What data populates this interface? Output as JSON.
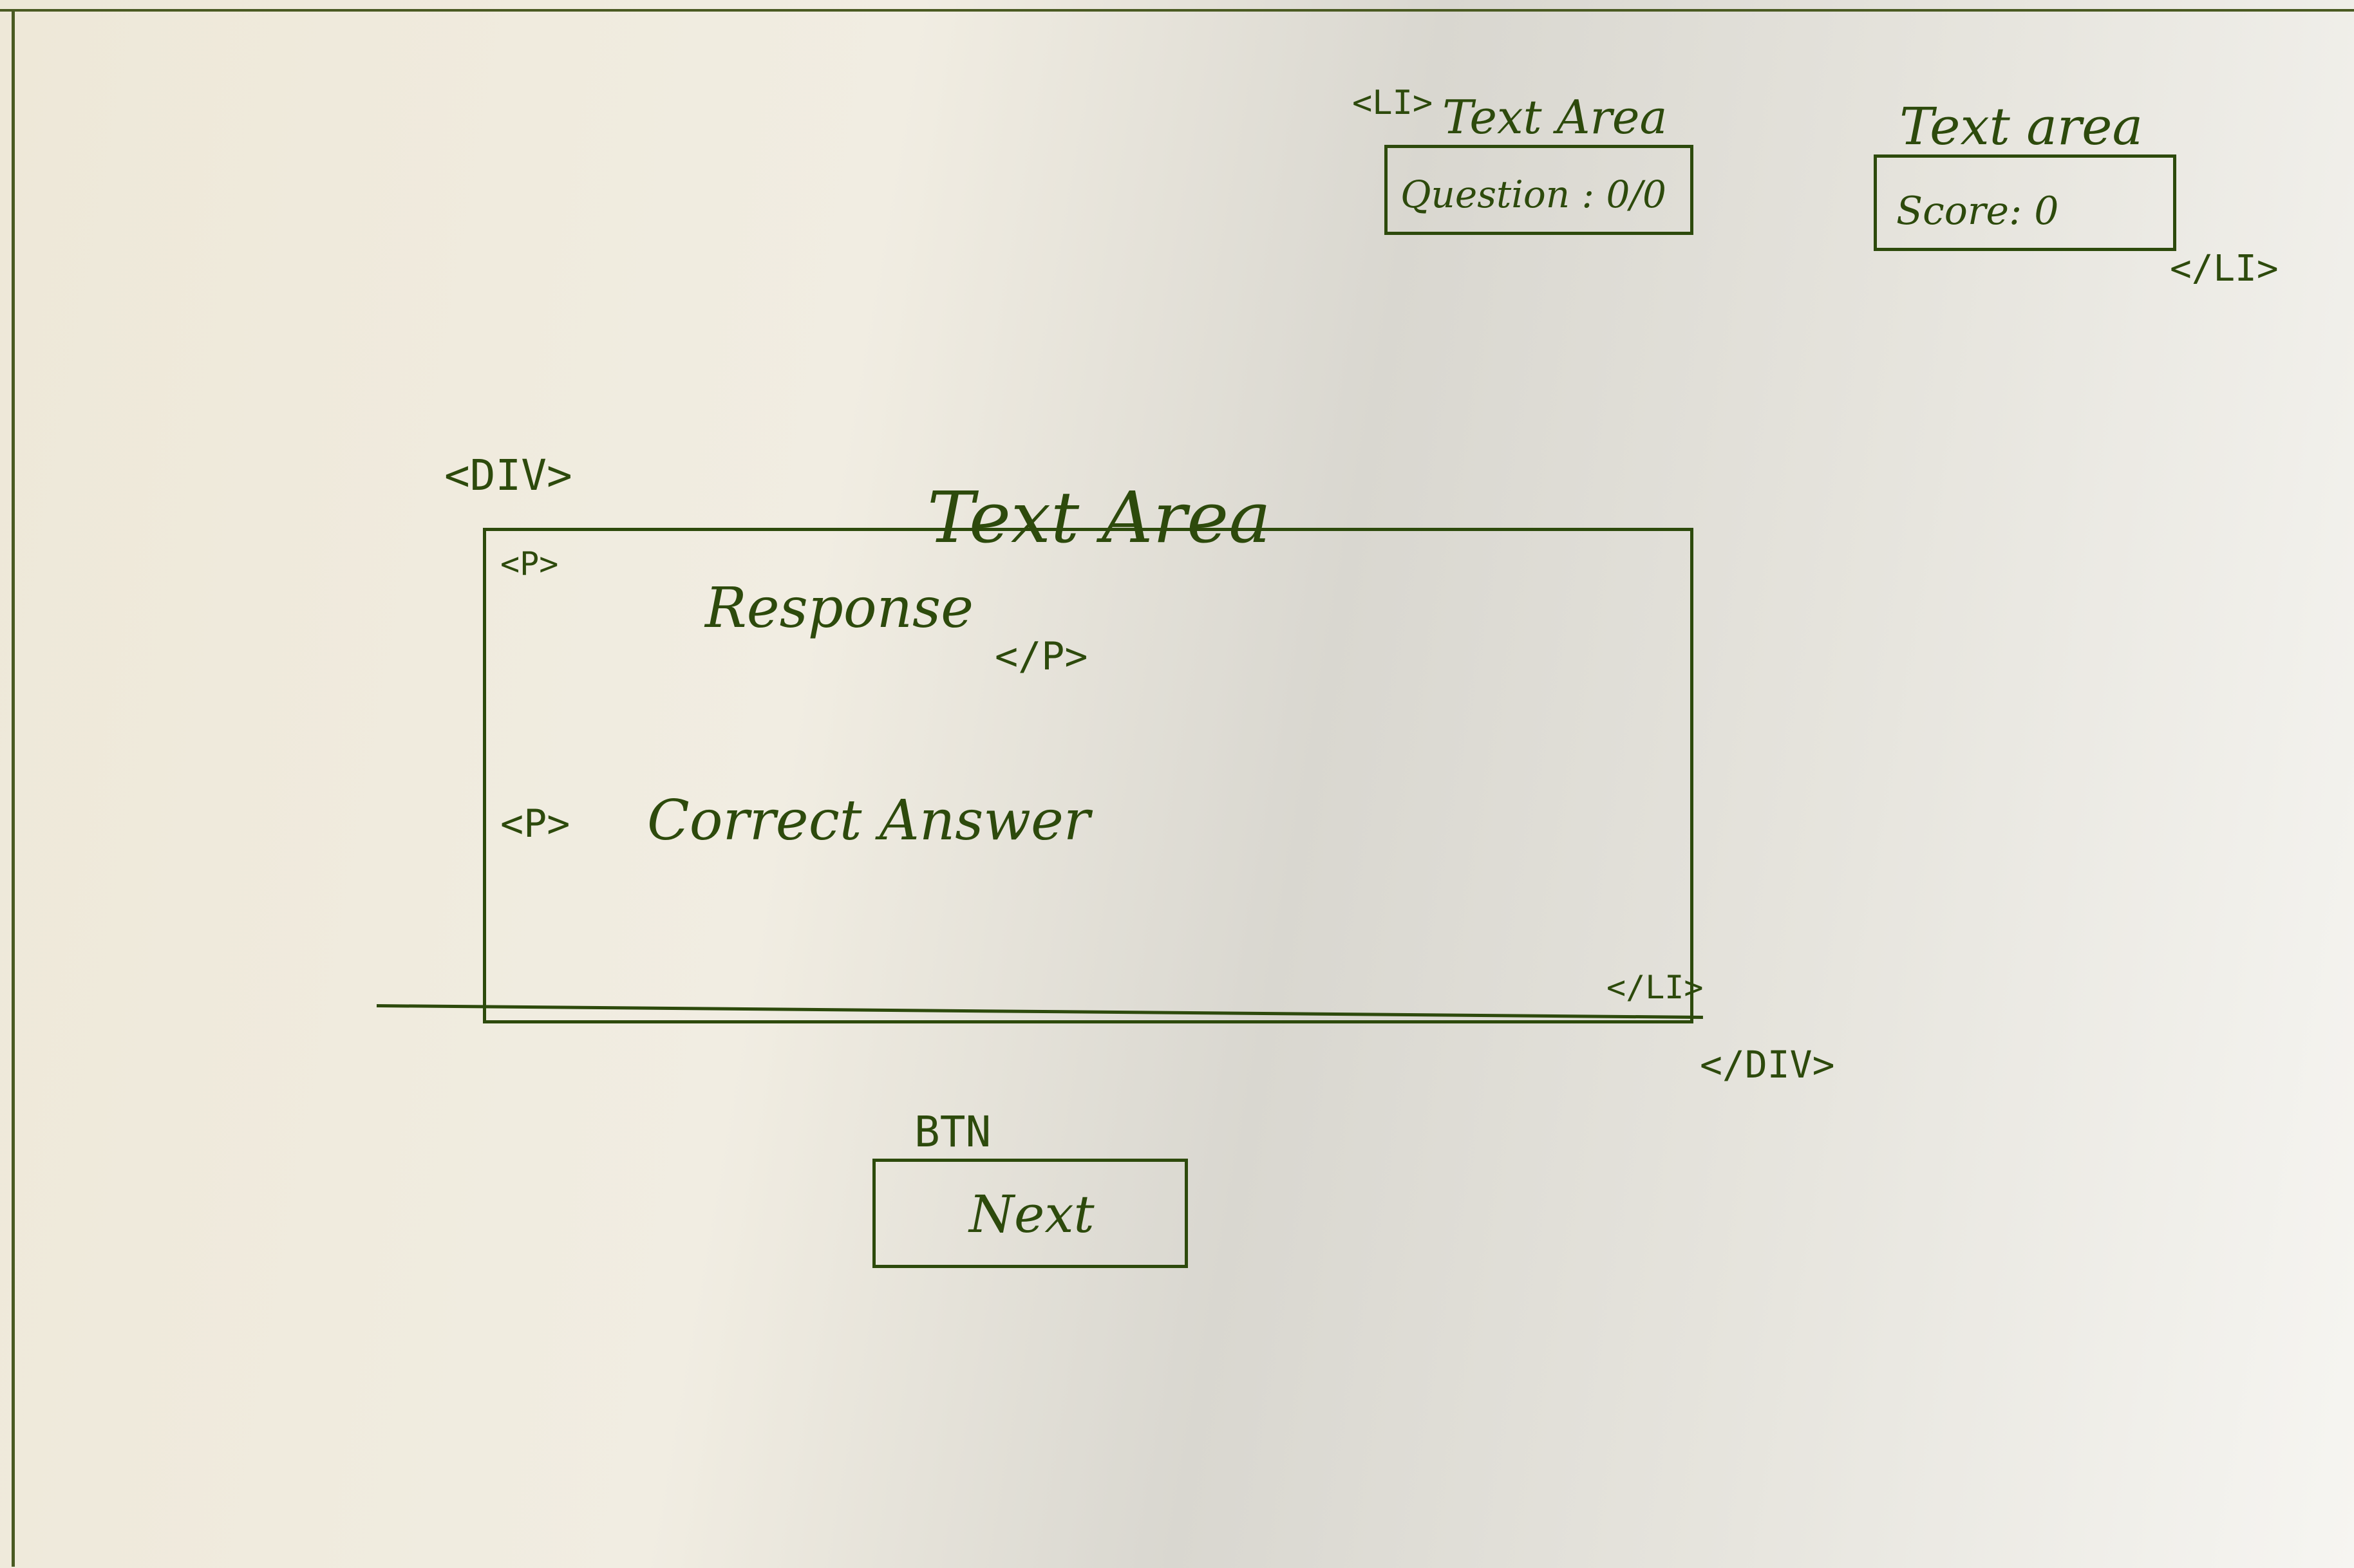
{
  "header": {
    "title_fragment": ""
  },
  "stats": {
    "question": {
      "tag": "<LI>",
      "caption": "Text Area",
      "value": "Question : 0/0"
    },
    "score": {
      "caption": "Text area",
      "value": "Score: 0",
      "closing_tag": "</LI>"
    }
  },
  "response_panel": {
    "open_tag": "<DIV>",
    "caption": "Text Area",
    "response": {
      "open_tag": "<P>",
      "text": "Response",
      "close_tag": "</P>"
    },
    "correct_answer": {
      "open_tag": "<P>",
      "text": "Correct Answer"
    },
    "close_li": "</LI>",
    "close_div": "</DIV>"
  },
  "next_button": {
    "caption": "BTN",
    "label": "Next"
  },
  "colors": {
    "ink": "#2d4a0c",
    "paper": "#f1ede2"
  }
}
